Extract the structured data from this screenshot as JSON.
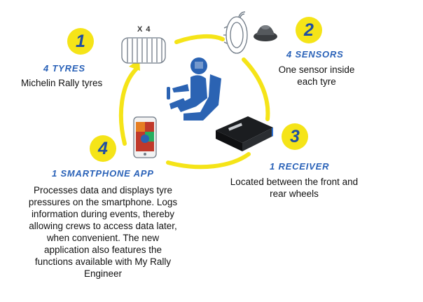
{
  "steps": [
    {
      "number": "1",
      "title": "4 TYRES",
      "desc": "Michelin Rally tyres",
      "extra": "X 4"
    },
    {
      "number": "2",
      "title": "4 SENSORS",
      "desc_lines": [
        "One sensor inside",
        "each tyre"
      ]
    },
    {
      "number": "3",
      "title": "1 RECEIVER",
      "desc_lines": [
        "Located between the front and",
        "rear wheels"
      ]
    },
    {
      "number": "4",
      "title": "1 SMARTPHONE APP",
      "desc_lines": [
        "Processes data and displays tyre",
        "pressures on the smartphone. Logs",
        "information during events, thereby",
        "allowing crews to access data later,",
        "when convenient. The new",
        "application also features the",
        "functions available with My Rally",
        "Engineer"
      ]
    }
  ],
  "colors": {
    "accent_yellow": "#f5e418",
    "heading_blue": "#2a62b8",
    "number_blue": "#1e4ea3",
    "icon_blue": "#2b63b3"
  }
}
